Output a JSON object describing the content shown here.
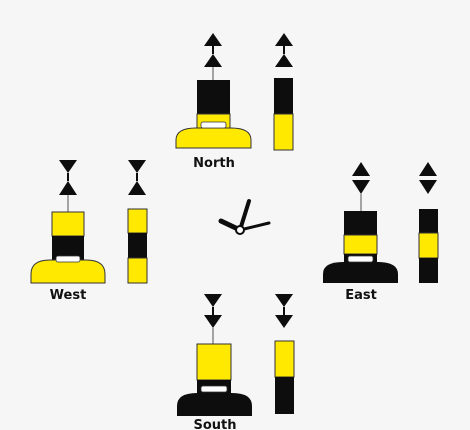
{
  "diagram": {
    "subject": "cardinal buoys",
    "colors": {
      "yellow": "#ffe900",
      "black": "#0d0d0d",
      "background": "#f6f6f6",
      "stroke": "#333333"
    },
    "marks": [
      {
        "id": "north",
        "label": "North",
        "topmark": "two cones pointing up",
        "bands_top_to_bottom": [
          "black",
          "yellow"
        ]
      },
      {
        "id": "east",
        "label": "East",
        "topmark": "two cones base to base",
        "bands_top_to_bottom": [
          "black",
          "yellow",
          "black"
        ]
      },
      {
        "id": "south",
        "label": "South",
        "topmark": "two cones pointing down",
        "bands_top_to_bottom": [
          "yellow",
          "black"
        ]
      },
      {
        "id": "west",
        "label": "West",
        "topmark": "two cones point to point",
        "bands_top_to_bottom": [
          "yellow",
          "black",
          "yellow"
        ]
      }
    ],
    "center_icon": "danger-rock-symbol"
  }
}
